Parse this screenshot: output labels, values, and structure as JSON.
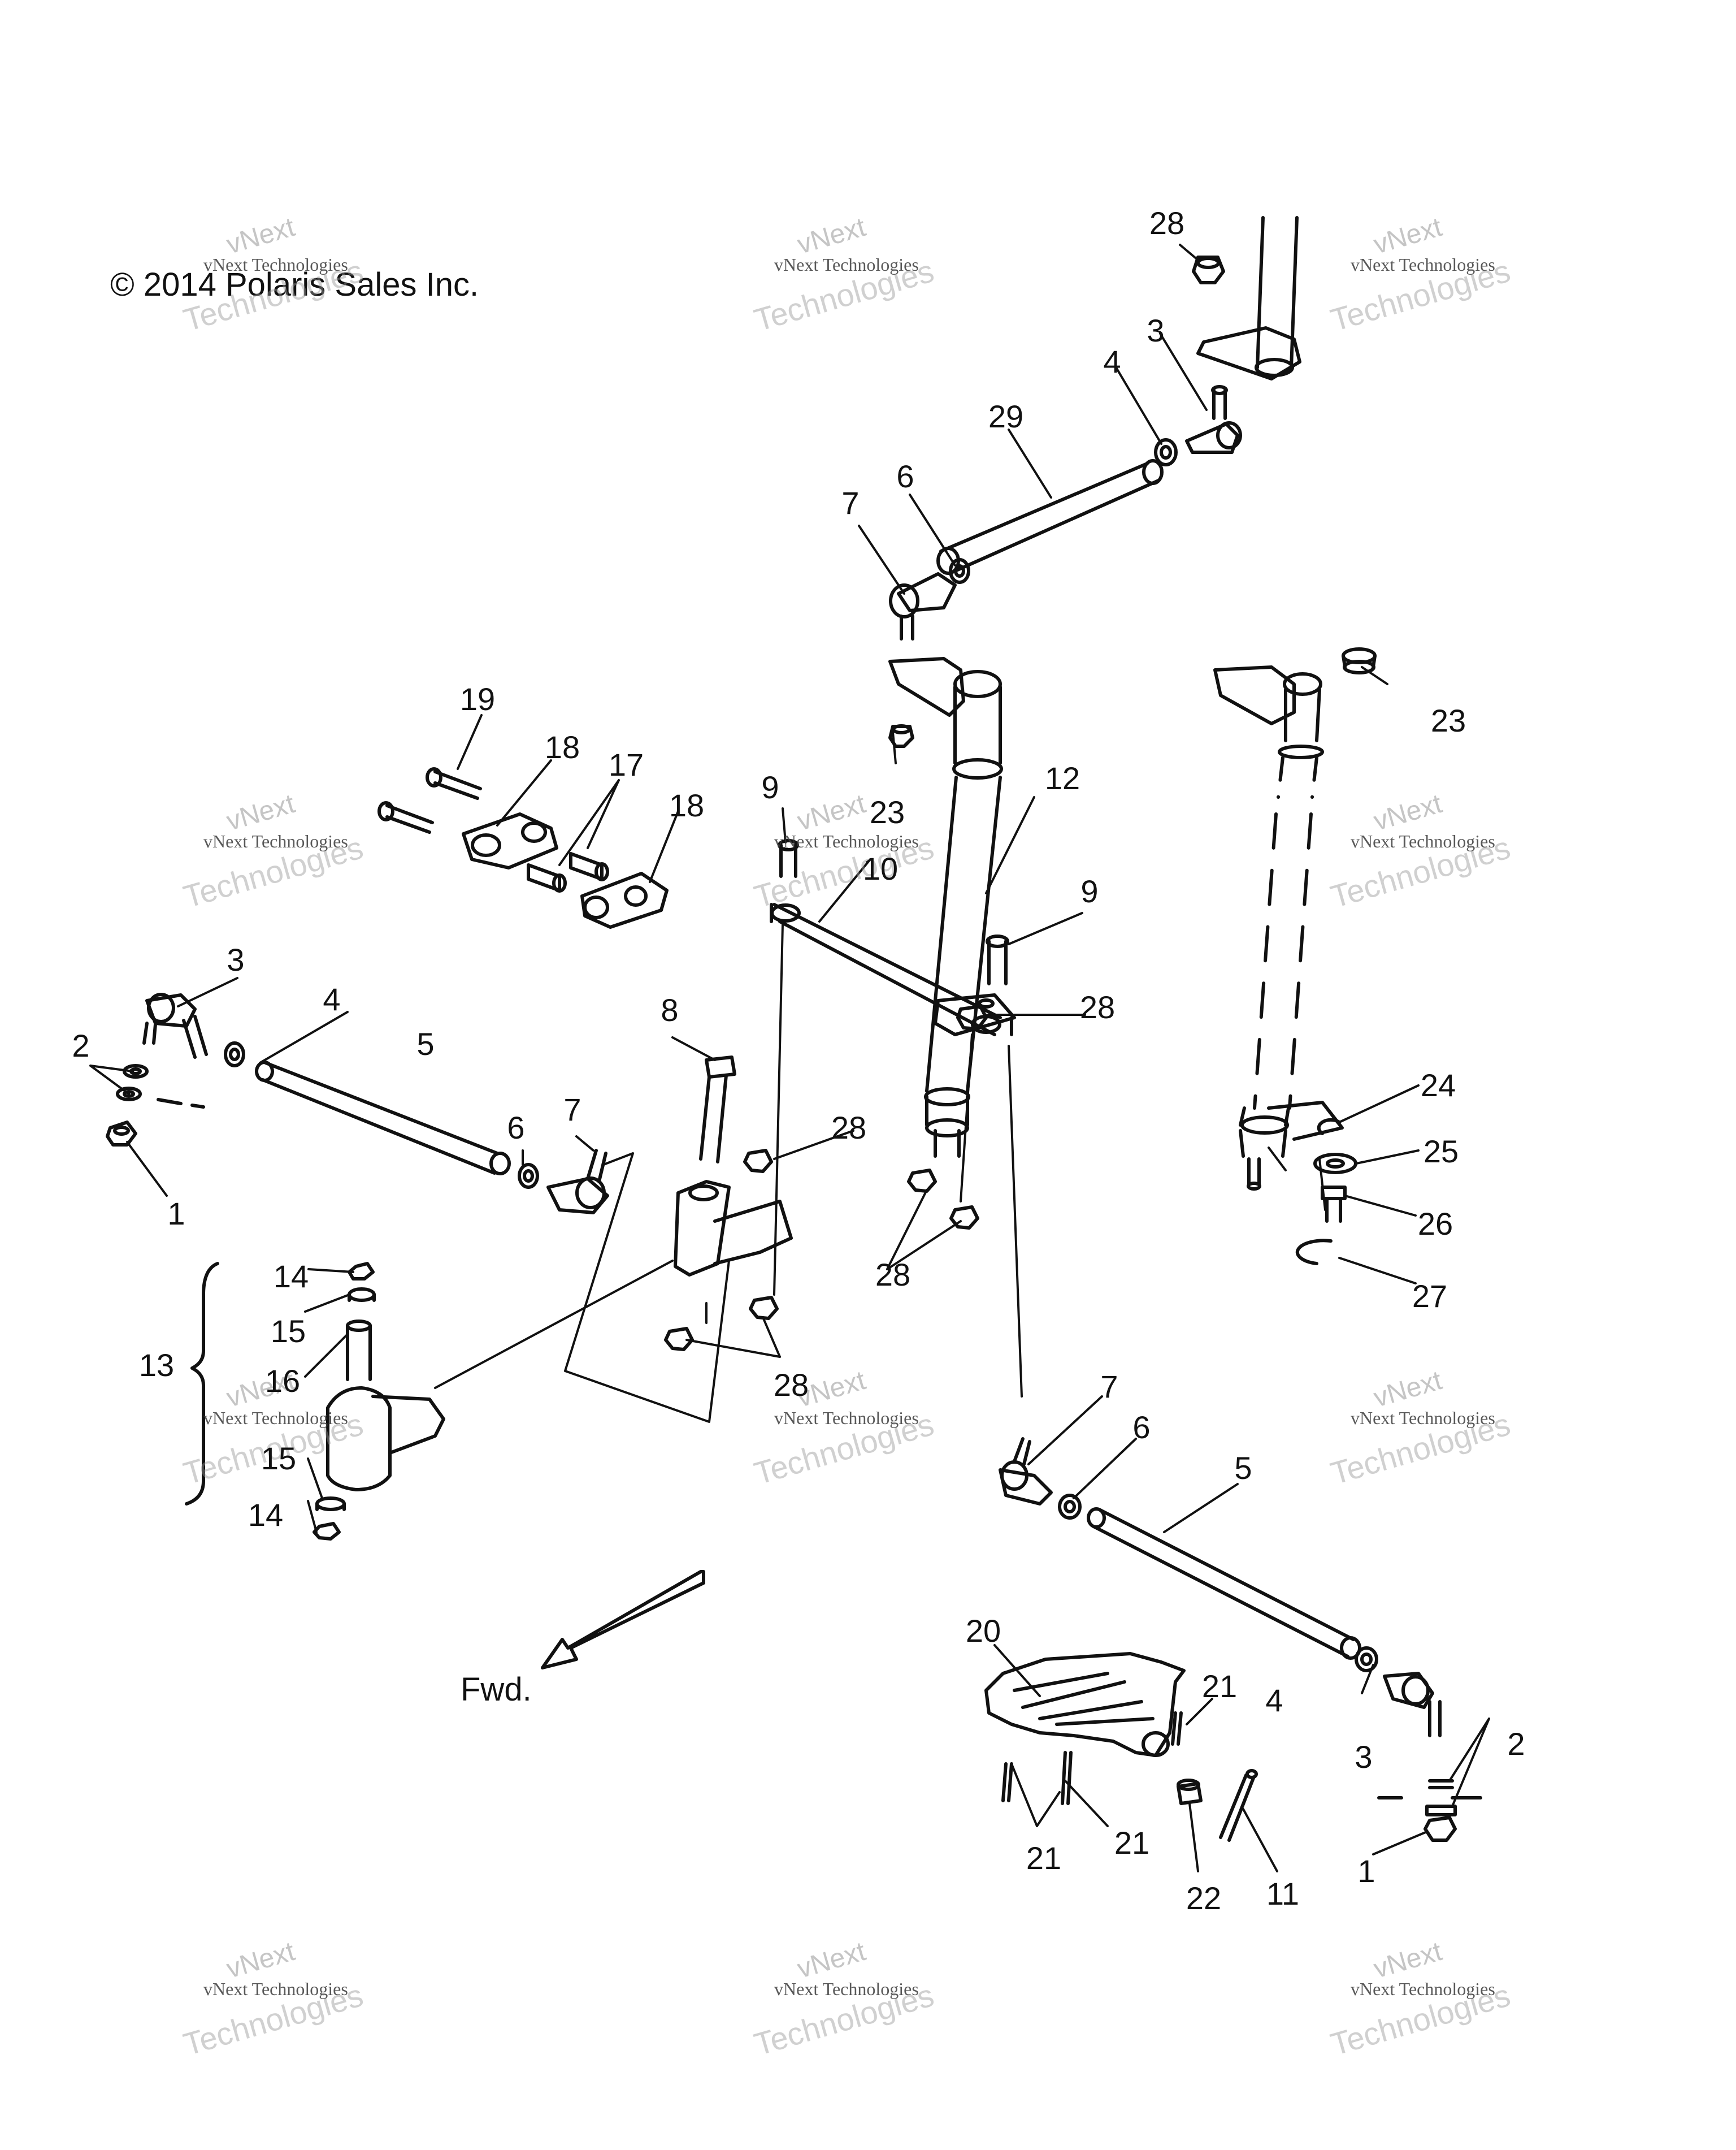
{
  "copyright": "© 2014 Polaris Sales Inc.",
  "direction_label": "Fwd.",
  "watermark": {
    "brand_top": "vNext",
    "brand_line": "vNext Technologies",
    "brand_bottom": "Technologies"
  },
  "callouts": [
    "28",
    "3",
    "4",
    "29",
    "6",
    "7",
    "23",
    "19",
    "18",
    "17",
    "18",
    "9",
    "23",
    "10",
    "12",
    "9",
    "3",
    "4",
    "5",
    "2",
    "1",
    "6",
    "7",
    "8",
    "28",
    "28",
    "28",
    "24",
    "25",
    "26",
    "27",
    "28",
    "28",
    "14",
    "15",
    "16",
    "13",
    "15",
    "14",
    "7",
    "6",
    "5",
    "20",
    "21",
    "4",
    "3",
    "2",
    "1",
    "21",
    "21",
    "22",
    "11"
  ]
}
